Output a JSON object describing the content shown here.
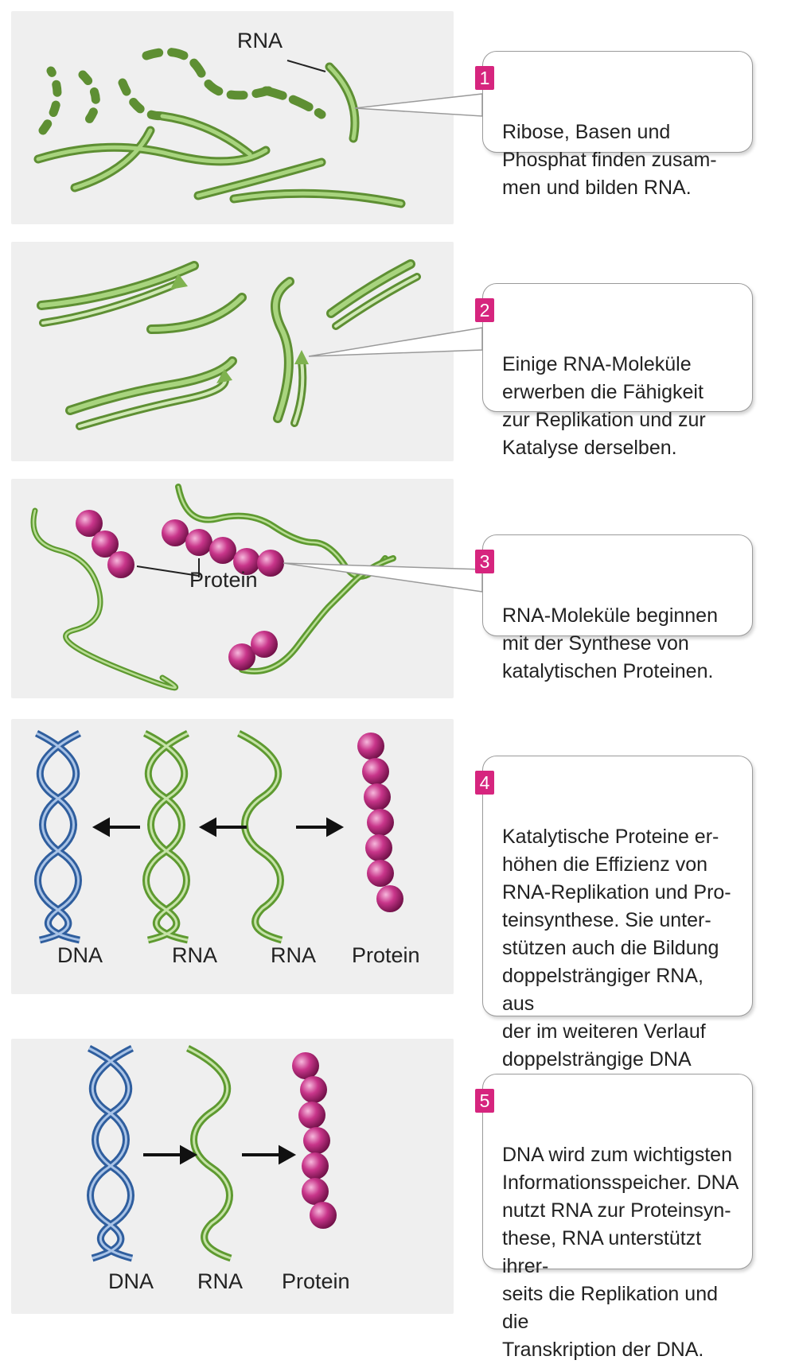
{
  "panels": [
    {
      "step": "1",
      "text": "Ribose, Basen und\nPhosphat finden zusam-\nmen und bilden RNA.",
      "labels": [
        "RNA"
      ]
    },
    {
      "step": "2",
      "text": "Einige RNA-Moleküle\nerwerben die Fähigkeit\nzur Replikation und zur\nKatalyse derselben.",
      "labels": []
    },
    {
      "step": "3",
      "text": "RNA-Moleküle beginnen\nmit der Synthese von\nkatalytischen Proteinen.",
      "labels": [
        "Protein"
      ]
    },
    {
      "step": "4",
      "text": "Katalytische Proteine er-\nhöhen die Effizienz von\nRNA-Replikation und Pro-\nteinsynthese. Sie unter-\nstützen auch die Bildung\ndoppelsträngiger RNA, aus\nder im weiteren Verlauf\ndoppelsträngige DNA\nentsteht.",
      "labels": [
        "DNA",
        "RNA",
        "RNA",
        "Protein"
      ]
    },
    {
      "step": "5",
      "text": "DNA wird zum wichtigsten\nInformationsspeicher. DNA\nnutzt RNA zur Proteinsyn-\nthese, RNA unterstützt ihrer-\nseits die Replikation und die\nTranskription der DNA.",
      "labels": [
        "DNA",
        "RNA",
        "Protein"
      ]
    }
  ],
  "colors": {
    "rna": "#8fbf5f",
    "rna_dark": "#5a8f2c",
    "dna": "#2f5e9e",
    "protein": "#c0207a",
    "badge": "#d6257e"
  }
}
